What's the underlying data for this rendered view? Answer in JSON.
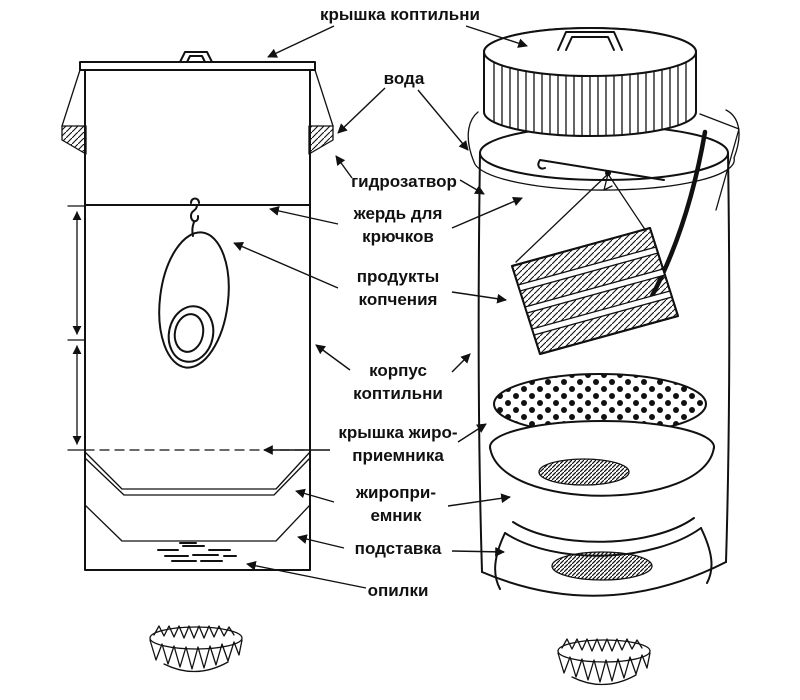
{
  "colors": {
    "ink": "#111111",
    "background": "#ffffff"
  },
  "labels": {
    "lid": "крышка коптильни",
    "water": "вода",
    "water_seal": "гидрозатвор",
    "pole": [
      "жердь для",
      "крючков"
    ],
    "products": [
      "продукты",
      "копчения"
    ],
    "body": [
      "корпус",
      "коптильни"
    ],
    "grease_lid": [
      "крышка жиро-",
      "приемника"
    ],
    "grease_pan": [
      "жиропри-",
      "емник"
    ],
    "stand": "подставка",
    "sawdust": "опилки"
  }
}
